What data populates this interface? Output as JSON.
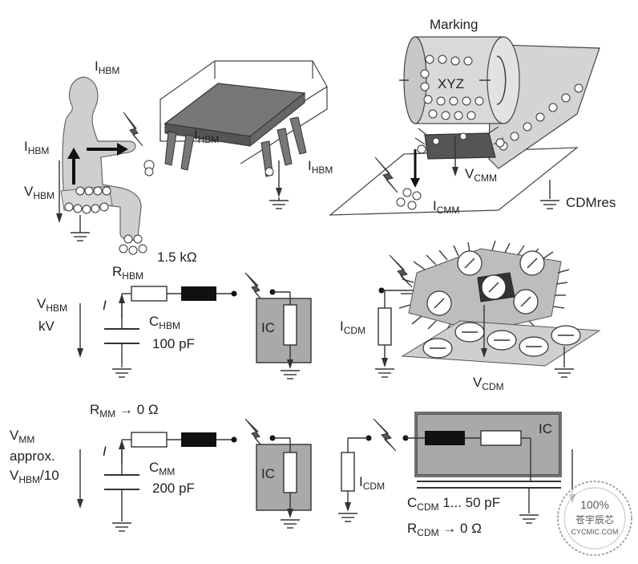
{
  "hbm_scene": {
    "current_label_top": "I",
    "current_label_top_sub": "HBM",
    "current_label_chip": "I",
    "current_label_chip_sub": "HBM",
    "current_label_left": "I",
    "current_label_left_sub": "HBM",
    "current_label_right": "I",
    "current_label_right_sub": "HBM",
    "voltage_label": "V",
    "voltage_label_sub": "HBM",
    "resistance_label": "1.5 kΩ"
  },
  "cdm_scene": {
    "marking_label": "Marking",
    "chip_text": "XYZ",
    "voltage_label": "V",
    "voltage_label_sub": "CMM",
    "current_label": "I",
    "current_label_sub": "CMM",
    "cdm_res_label": "CDMres"
  },
  "hbm_circuit": {
    "r_label": "R",
    "r_label_sub": "HBM",
    "v_label": "V",
    "v_label_sub": "HBM",
    "v_unit": "kV",
    "i_label": "I",
    "c_label": "C",
    "c_label_sub": "HBM",
    "c_value": "100 pF",
    "ic_label": "IC"
  },
  "cdm_plate": {
    "i_label": "I",
    "i_label_sub": "CDM",
    "v_label": "V",
    "v_label_sub": "CDM"
  },
  "mm_circuit": {
    "r_label": "R",
    "r_label_sub": "MM",
    "r_value": " → 0 Ω",
    "v_label": "V",
    "v_label_sub": "MM",
    "v_approx": "approx.",
    "v_ratio": "V",
    "v_ratio_sub": "HBM",
    "v_ratio_tail": "/10",
    "i_label": "I",
    "c_label": "C",
    "c_label_sub": "MM",
    "c_value": "200 pF",
    "ic_label": "IC"
  },
  "cdm_circuit": {
    "i_label": "I",
    "i_label_sub": "CDM",
    "ic_label": "IC",
    "c_label": "C",
    "c_label_sub": "CDM",
    "c_value": " 1... 50 pF",
    "r_label": "R",
    "r_label_sub": "CDM",
    "r_value": " → 0 Ω"
  },
  "watermark": {
    "percent": "100%",
    "name": "苍宇辰芯",
    "site": "CYCMIC.COM"
  }
}
